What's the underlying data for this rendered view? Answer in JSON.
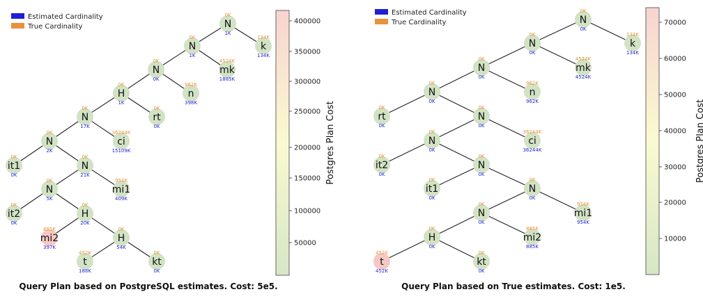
{
  "colors": {
    "estimated": "#1f1fd6",
    "true": "#e8923a",
    "node_fill_low": "#d2e2c4",
    "node_fill_high": "#f6c8c4",
    "colorbar_bottom": "#d6e6c6",
    "colorbar_mid": "#fafad0",
    "colorbar_top": "#f8d4d0"
  },
  "panels": [
    {
      "caption": "Query Plan based on PostgreSQL estimates. Cost: 5e5.",
      "legend": [
        {
          "label": "Estimated Cardinality",
          "color": "#1f1fd6"
        },
        {
          "label": "True Cardinality",
          "color": "#e8923a"
        }
      ],
      "colorbar": {
        "label": "Postgres Plan Cost",
        "ticks": [
          "400000",
          "350000",
          "300000",
          "250000",
          "200000",
          "150000",
          "100000",
          "50000"
        ]
      },
      "nodes": [
        {
          "id": "n1",
          "label": "N",
          "true": "0K",
          "est": "1K"
        },
        {
          "id": "k",
          "label": "k",
          "true": "134K",
          "est": "134K"
        },
        {
          "id": "n2",
          "label": "N",
          "true": "0K",
          "est": "1K"
        },
        {
          "id": "mk",
          "label": "mk",
          "true": "4524K",
          "est": "1885K"
        },
        {
          "id": "n3",
          "label": "N",
          "true": "0K",
          "est": "0K"
        },
        {
          "id": "n",
          "label": "n",
          "true": "962K",
          "est": "398K"
        },
        {
          "id": "h1",
          "label": "H",
          "true": "0K",
          "est": "1K"
        },
        {
          "id": "rt",
          "label": "rt",
          "true": "0K",
          "est": "0K"
        },
        {
          "id": "n4",
          "label": "N",
          "true": "0K",
          "est": "17K"
        },
        {
          "id": "ci",
          "label": "ci",
          "true": "36244K",
          "est": "15109K"
        },
        {
          "id": "n5",
          "label": "N",
          "true": "0K",
          "est": "2K"
        },
        {
          "id": "it1",
          "label": "it1",
          "true": "0K",
          "est": "0K"
        },
        {
          "id": "n6",
          "label": "N",
          "true": "0K",
          "est": "21K"
        },
        {
          "id": "n7",
          "label": "N",
          "true": "0K",
          "est": "5K"
        },
        {
          "id": "mi1",
          "label": "mi1",
          "true": "954K",
          "est": "409K"
        },
        {
          "id": "it2",
          "label": "it2",
          "true": "0K",
          "est": "0K"
        },
        {
          "id": "h2",
          "label": "H",
          "true": "0K",
          "est": "20K"
        },
        {
          "id": "mi2",
          "label": "mi2",
          "true": "885K",
          "est": "397K",
          "hot": true
        },
        {
          "id": "h3",
          "label": "H",
          "true": "0K",
          "est": "54K"
        },
        {
          "id": "t",
          "label": "t",
          "true": "452K",
          "est": "188K"
        },
        {
          "id": "kt",
          "label": "kt",
          "true": "0K",
          "est": "0K"
        }
      ]
    },
    {
      "caption": "Query Plan based on True estimates. Cost: 1e5.",
      "legend": [
        {
          "label": "Estimated Cardinality",
          "color": "#1f1fd6"
        },
        {
          "label": "True Cardinality",
          "color": "#e8923a"
        }
      ],
      "colorbar": {
        "label": "Postgres Plan Cost",
        "ticks": [
          "70000",
          "60000",
          "50000",
          "40000",
          "30000",
          "20000",
          "10000"
        ]
      },
      "nodes": [
        {
          "id": "n1",
          "label": "N",
          "true": "0K",
          "est": "0K"
        },
        {
          "id": "k",
          "label": "k",
          "true": "134K",
          "est": "134K"
        },
        {
          "id": "n2",
          "label": "N",
          "true": "0K",
          "est": "0K"
        },
        {
          "id": "mk",
          "label": "mk",
          "true": "4524K",
          "est": "4524K"
        },
        {
          "id": "n3",
          "label": "N",
          "true": "0K",
          "est": "0K"
        },
        {
          "id": "n",
          "label": "n",
          "true": "962K",
          "est": "962K"
        },
        {
          "id": "n4",
          "label": "N",
          "true": "0K",
          "est": "0K"
        },
        {
          "id": "rt",
          "label": "rt",
          "true": "0K",
          "est": "0K"
        },
        {
          "id": "n5",
          "label": "N",
          "true": "0K",
          "est": "0K"
        },
        {
          "id": "n6",
          "label": "N",
          "true": "0K",
          "est": "0K"
        },
        {
          "id": "ci",
          "label": "ci",
          "true": "36244K",
          "est": "36244K"
        },
        {
          "id": "it2",
          "label": "it2",
          "true": "0K",
          "est": "0K"
        },
        {
          "id": "n7",
          "label": "N",
          "true": "0K",
          "est": "0K"
        },
        {
          "id": "it1",
          "label": "it1",
          "true": "0K",
          "est": "0K"
        },
        {
          "id": "n8",
          "label": "N",
          "true": "0K",
          "est": "0K"
        },
        {
          "id": "n9",
          "label": "N",
          "true": "0K",
          "est": "0K"
        },
        {
          "id": "mi1",
          "label": "mi1",
          "true": "954K",
          "est": "954K"
        },
        {
          "id": "h1",
          "label": "H",
          "true": "0K",
          "est": "0K"
        },
        {
          "id": "mi2",
          "label": "mi2",
          "true": "885K",
          "est": "885K"
        },
        {
          "id": "t",
          "label": "t",
          "true": "452K",
          "est": "452K",
          "hot": true
        },
        {
          "id": "kt",
          "label": "kt",
          "true": "0K",
          "est": "0K"
        }
      ]
    }
  ]
}
